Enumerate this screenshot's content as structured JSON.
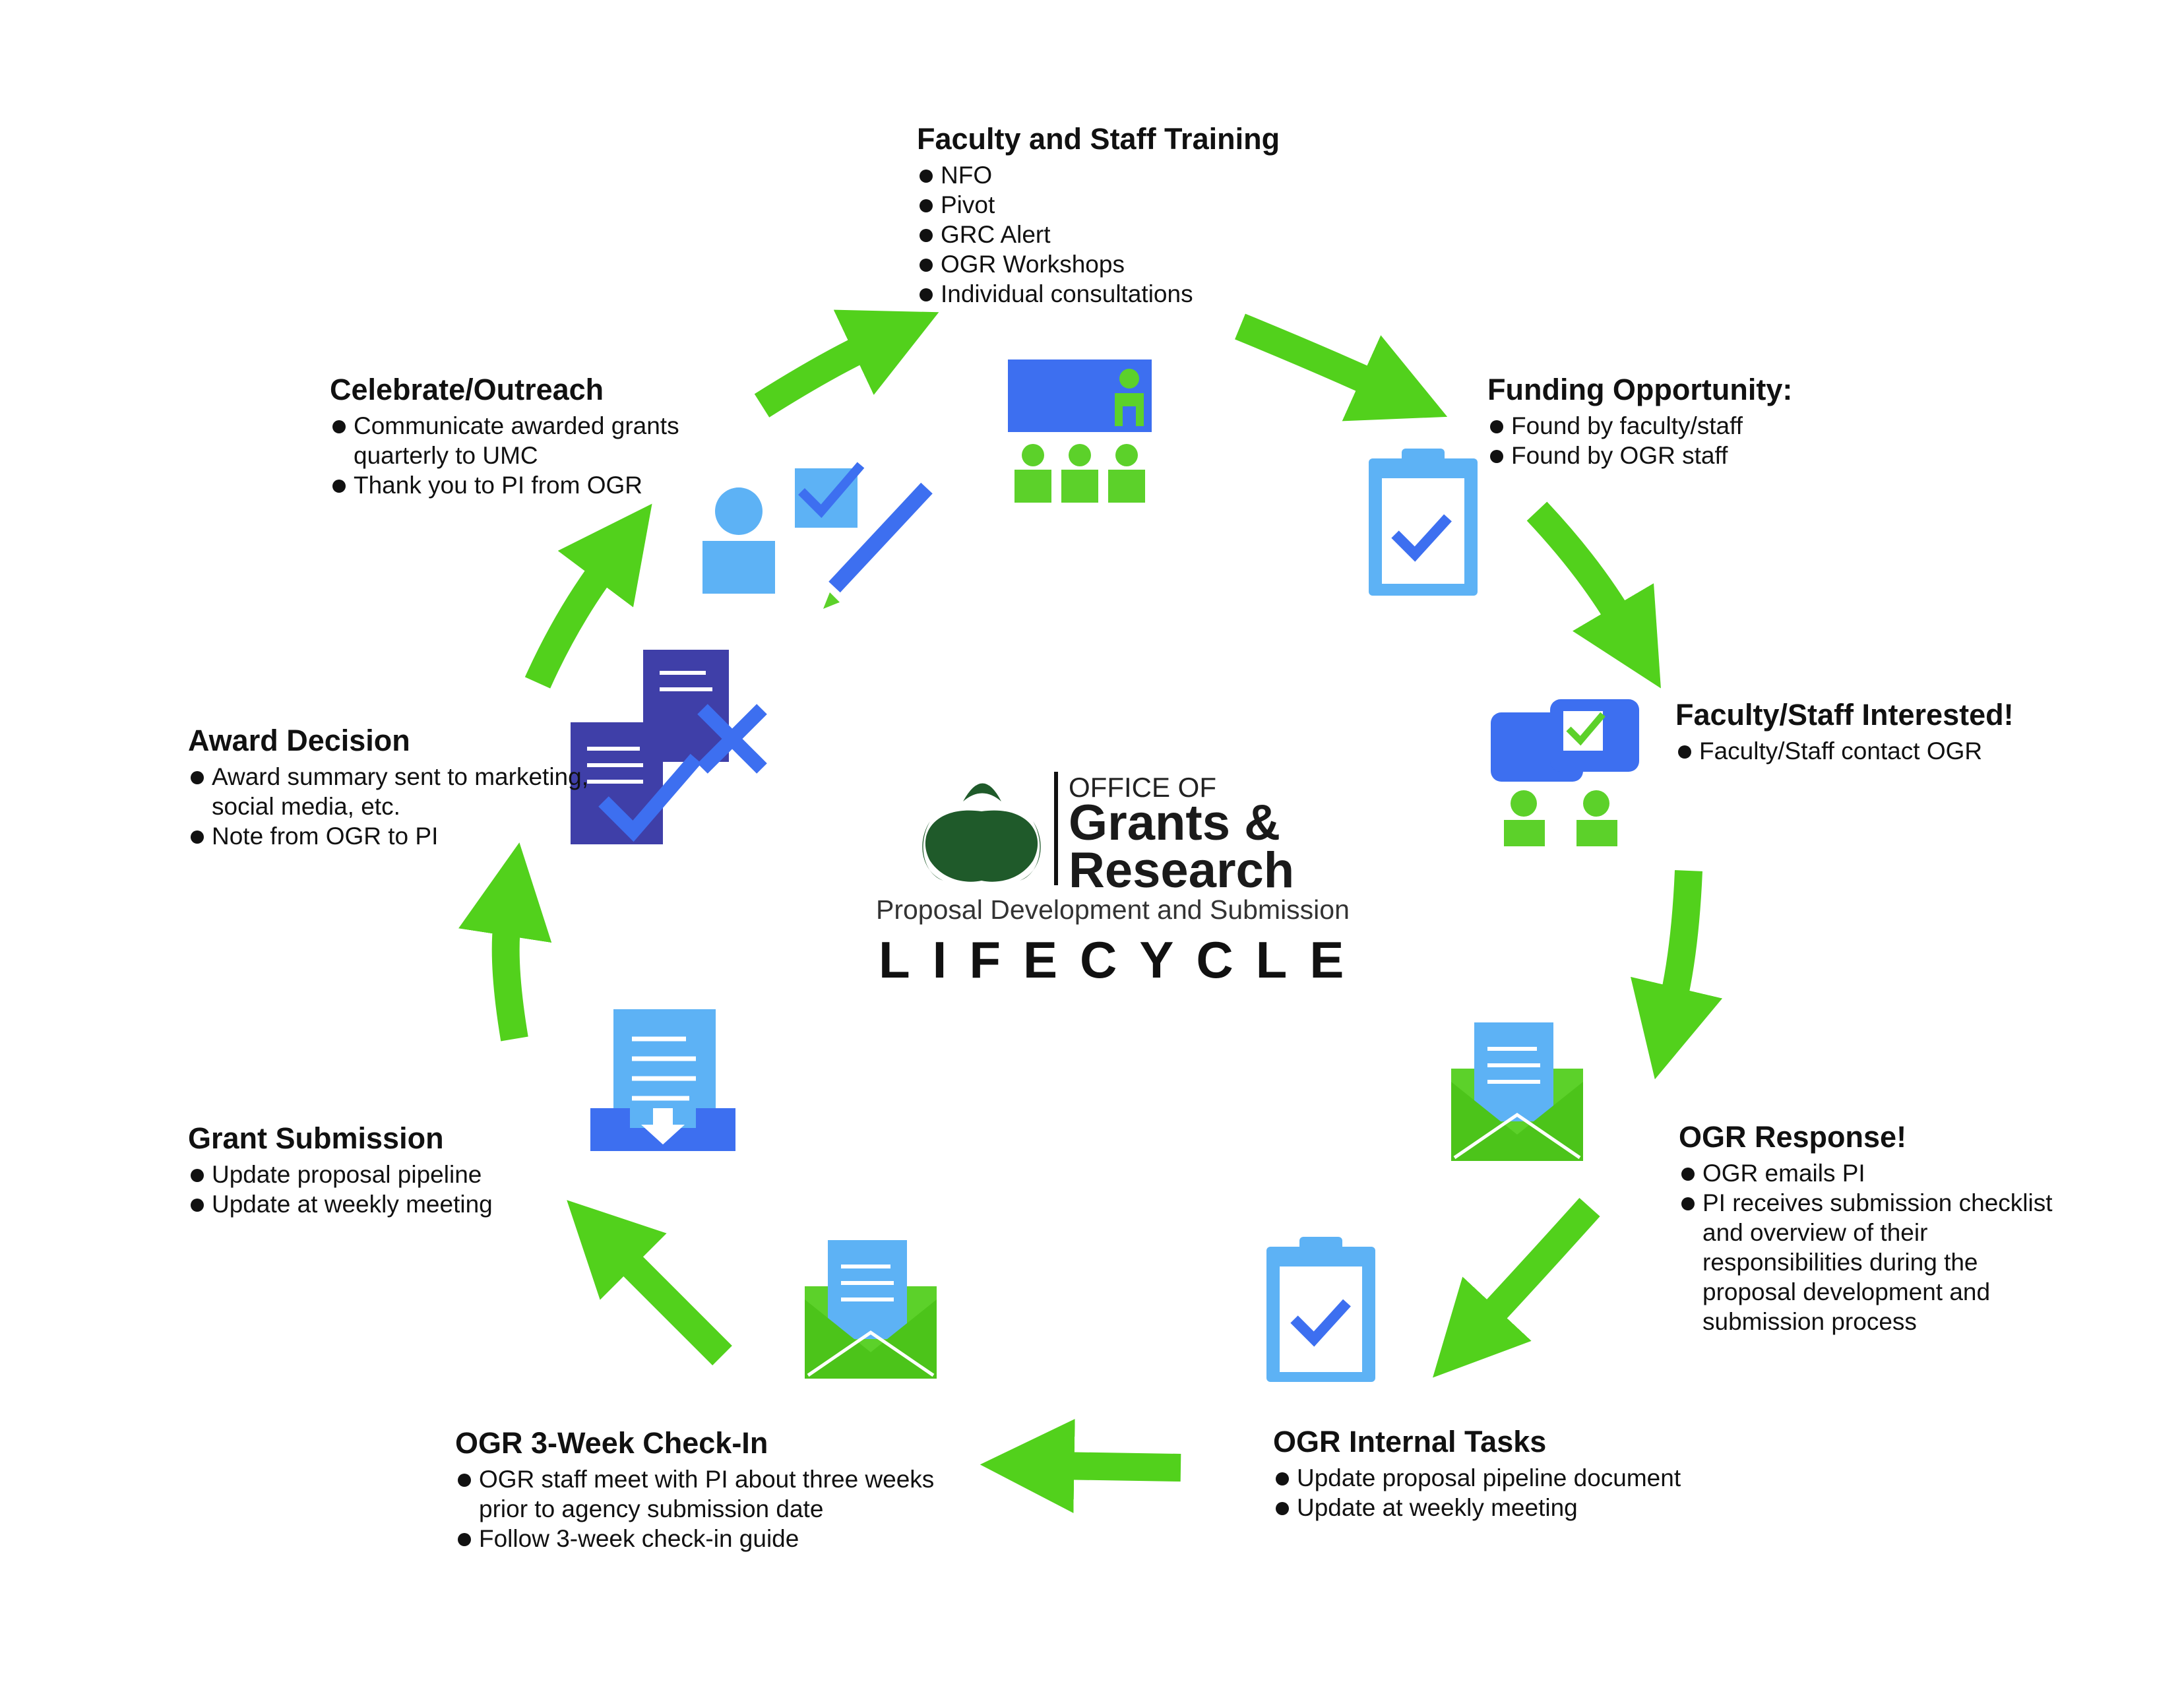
{
  "colors": {
    "arrow_green": "#52d11c",
    "icon_blue": "#3d6ff0",
    "icon_light_blue": "#5db2f5",
    "icon_indigo": "#3f3fa8",
    "icon_green": "#5cd12a",
    "logo_green": "#1f5a2a"
  },
  "center": {
    "logo_line1": "OFFICE OF",
    "logo_line2a": "Grants &",
    "logo_line2b": "Research",
    "subtitle": "Proposal Development and Submission",
    "title": "LIFECYCLE"
  },
  "stages": {
    "training": {
      "title": "Faculty and Staff Training",
      "bullets": [
        "NFO",
        "Pivot",
        "GRC Alert",
        "OGR Workshops",
        "Individual consultations"
      ],
      "icon": "presentation-training-icon"
    },
    "funding": {
      "title": "Funding Opportunity:",
      "bullets": [
        "Found by faculty/staff",
        "Found by OGR staff"
      ],
      "icon": "clipboard-check-icon"
    },
    "interested": {
      "title": "Faculty/Staff Interested!",
      "bullets": [
        "Faculty/Staff contact OGR"
      ],
      "icon": "chat-people-icon"
    },
    "response": {
      "title": "OGR Response!",
      "bullets": [
        "OGR emails PI",
        "PI receives submission checklist and overview of their responsibilities during the proposal development and submission process"
      ],
      "icon": "envelope-document-icon"
    },
    "internal": {
      "title": "OGR Internal Tasks",
      "bullets": [
        "Update proposal pipeline document",
        "Update at weekly meeting"
      ],
      "icon": "clipboard-check-icon"
    },
    "checkin": {
      "title": "OGR 3-Week Check-In",
      "bullets": [
        "OGR staff meet with PI about three weeks prior to agency submission date",
        "Follow 3-week check-in guide"
      ],
      "icon": "envelope-document-icon"
    },
    "submission": {
      "title": "Grant Submission",
      "bullets": [
        "Update proposal pipeline",
        "Update at weekly meeting"
      ],
      "icon": "inbox-download-icon"
    },
    "award": {
      "title": "Award Decision",
      "bullets": [
        "Award summary sent to marketing, social media, etc.",
        "Note from OGR to PI"
      ],
      "icon": "documents-check-cross-icon"
    },
    "celebrate": {
      "title": "Celebrate/Outreach",
      "bullets": [
        "Communicate awarded grants quarterly to UMC",
        "Thank you to PI from OGR"
      ],
      "icon": "person-checkbox-pencil-icon"
    }
  }
}
